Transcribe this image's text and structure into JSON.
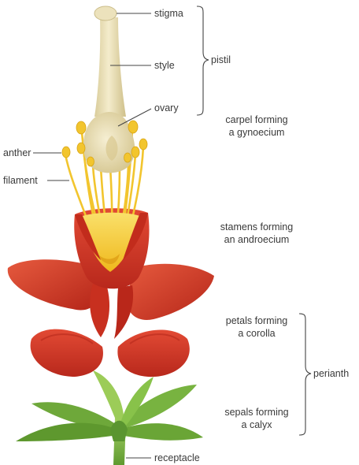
{
  "labels": {
    "stigma": "stigma",
    "style": "style",
    "ovary": "ovary",
    "pistil": "pistil",
    "carpel": [
      "carpel forming",
      "a gynoecium"
    ],
    "anther": "anther",
    "filament": "filament",
    "stamens": [
      "stamens forming",
      "an androecium"
    ],
    "petals": [
      "petals forming",
      "a corolla"
    ],
    "perianth": "perianth",
    "sepals": [
      "sepals forming",
      "a calyx"
    ],
    "receptacle": "receptacle"
  },
  "colors": {
    "petal_red": "#d93a28",
    "petal_dark": "#a8221a",
    "pistil_cream": "#ede4bf",
    "stamen_yellow": "#f2c52e",
    "sepal_green": "#7cb842",
    "leader_line": "#444444"
  }
}
